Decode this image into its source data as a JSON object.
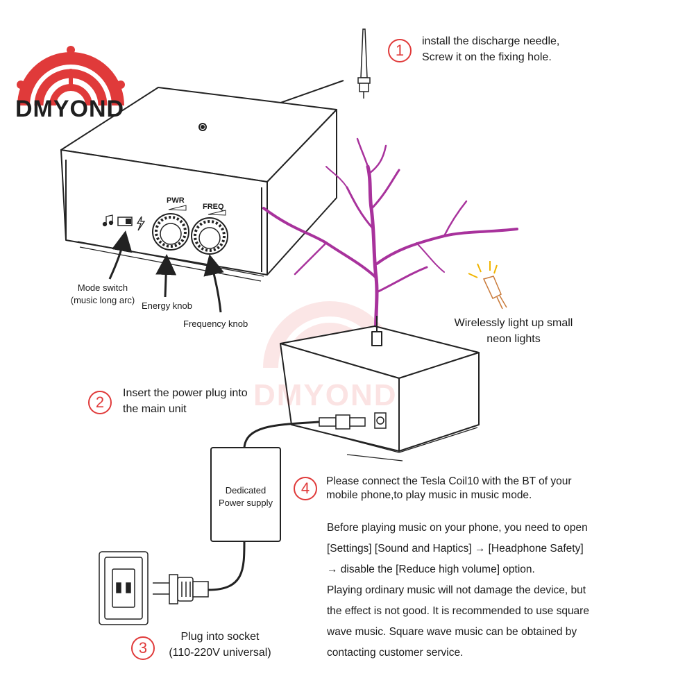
{
  "brand": {
    "name": "DMYOND",
    "watermark": "DMYOND",
    "color": "#e03a3a"
  },
  "steps": [
    {
      "number": "1",
      "lines": [
        "install the discharge needle,",
        "Screw it on the fixing hole."
      ]
    },
    {
      "number": "2",
      "lines": [
        "Insert the power plug into",
        "the main unit"
      ]
    },
    {
      "number": "3",
      "lines": [
        "Plug into socket",
        "(110-220V universal)"
      ]
    },
    {
      "number": "4",
      "lines": [
        "Please connect the Tesla Coil10 with the BT of your",
        "mobile phone,to play music in music mode."
      ]
    }
  ],
  "panel": {
    "pwr": "PWR",
    "freq": "FREQ"
  },
  "callouts": {
    "mode_switch": [
      "Mode switch",
      "(music long arc)"
    ],
    "energy_knob": "Energy knob",
    "frequency_knob": "Frequency knob",
    "neon": [
      "Wirelessly light up small",
      "neon lights"
    ]
  },
  "power_supply": [
    "Dedicated",
    "Power supply"
  ],
  "note_lines": [
    "Before playing music on your phone, you need to open",
    "[Settings] [Sound and Haptics] → [Headphone Safety]",
    "→ disable the [Reduce high volume] option.",
    "Playing ordinary music will not damage the device, but",
    "the effect is not good. It is recommended to use square",
    "wave music. Square wave music can be obtained by",
    "contacting customer service."
  ],
  "icons": {
    "logo": "rainbow-circuit-logo",
    "needle": "discharge-needle-icon",
    "music_note": "music-note-icon",
    "lightning": "lightning-icon",
    "neon_lamp": "neon-lamp-icon",
    "socket": "wall-socket-icon",
    "plug": "power-plug-icon"
  },
  "colors": {
    "arc": "#a8329c",
    "accent": "#e03a3a",
    "line": "#333333",
    "glow": "#f0b400"
  }
}
